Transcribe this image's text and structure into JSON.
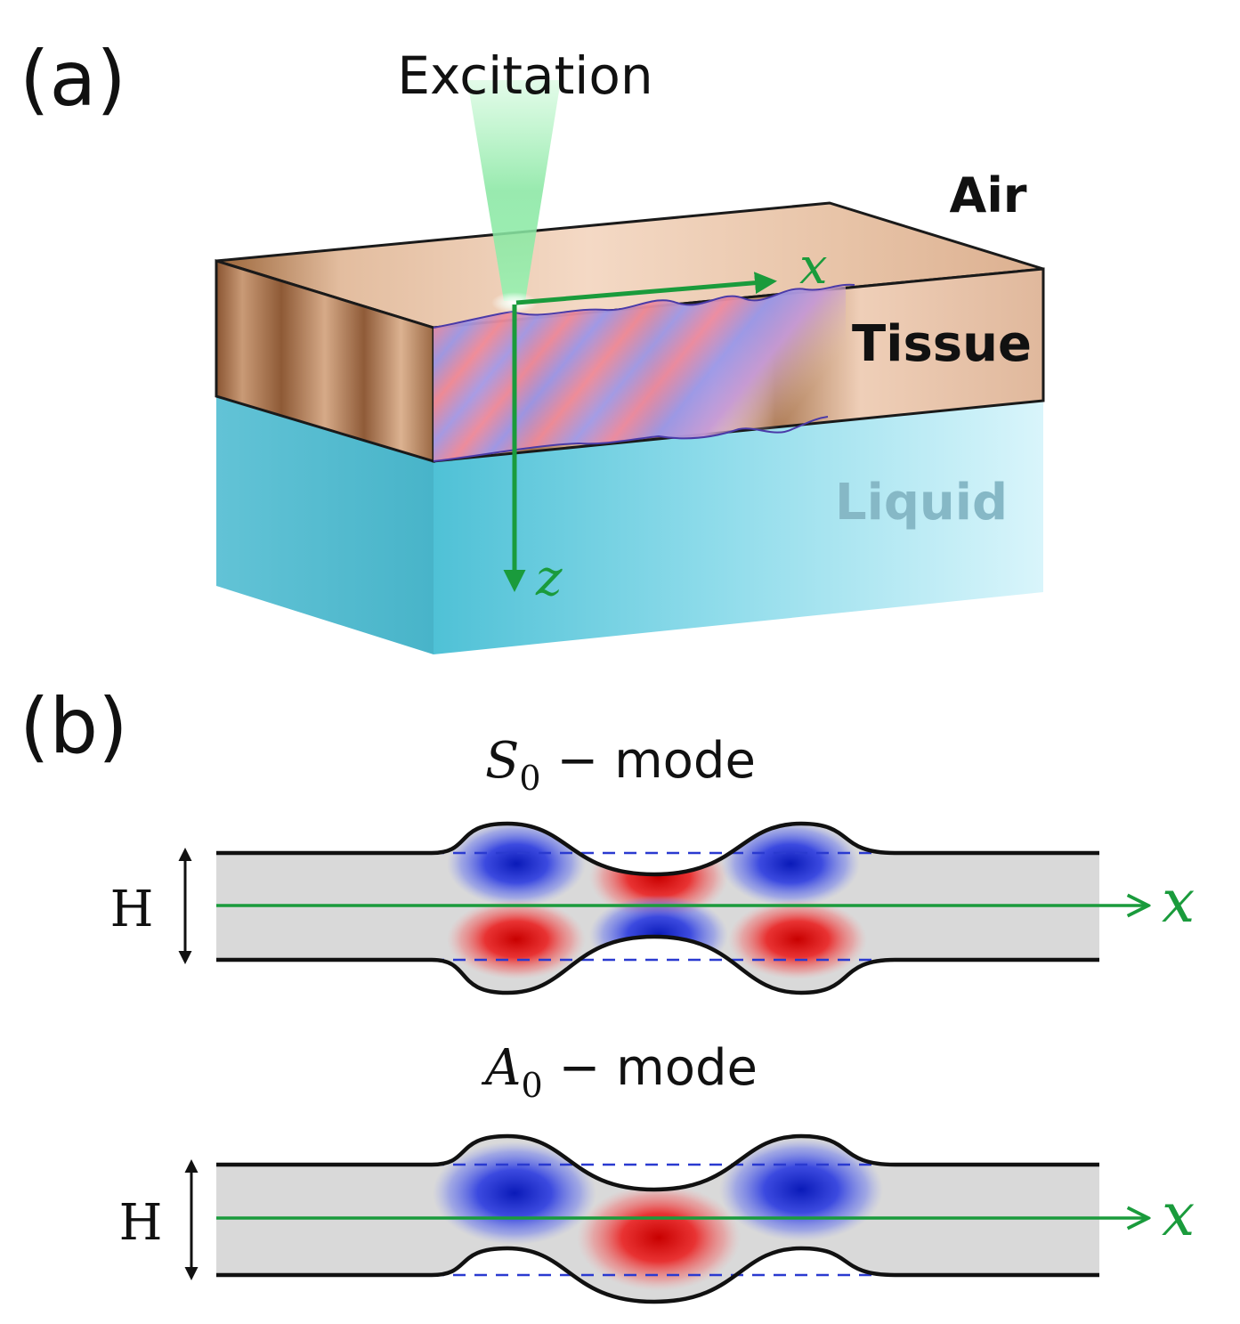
{
  "panel_a": {
    "label": "(a)",
    "excitation_label": "Excitation",
    "air_label": "Air",
    "tissue_label": "Tissue",
    "liquid_label": "Liquid",
    "x_axis_label": "x",
    "z_axis_label": "z"
  },
  "panel_b": {
    "label": "(b)",
    "s0_symbol": "S",
    "s0_subscript": "0",
    "s0_suffix": " − mode",
    "a0_symbol": "A",
    "a0_subscript": "0",
    "a0_suffix": " − mode",
    "s0_thickness_label": "H",
    "a0_thickness_label": "H",
    "s0_x_label": "x",
    "a0_x_label": "x"
  },
  "colors": {
    "axis_green": "#1a9b3c",
    "tissue": "#e6c0a5",
    "liquid": "#6cd0e3",
    "positive_red": "#e01a1a",
    "negative_blue": "#1a2ad6",
    "plate_gray": "#d9d9d9"
  }
}
